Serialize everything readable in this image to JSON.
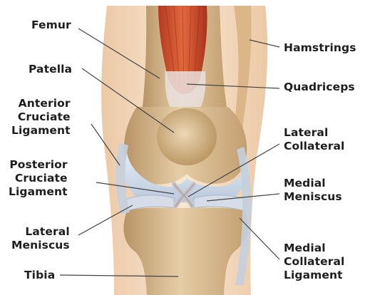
{
  "labels": {
    "femur": [
      "Femur"
    ],
    "patella": [
      "Patella"
    ],
    "acl": [
      "Anterior",
      "Cruciate",
      "Ligament"
    ],
    "pcl": [
      "Posterior",
      "Cruciate",
      "Ligament"
    ],
    "lateral_meniscus": [
      "Lateral",
      "Meniscus"
    ],
    "tibia": [
      "Tibia"
    ],
    "hamstrings": [
      "Hamstrings"
    ],
    "quadriceps": [
      "Quadriceps"
    ],
    "lateral_collateral": [
      "Lateral",
      "Collateral"
    ],
    "medial_meniscus": [
      "Medial",
      "Meniscus"
    ],
    "mcl": [
      "Medial",
      "Collateral",
      "Ligament"
    ]
  },
  "colors": {
    "background": "#ffffff",
    "skin": "#f6dfc6",
    "bone": "#d9b88a",
    "bone_shade": "#b8915f",
    "muscle": "#c8452a",
    "cartilage": "#cdd9e8",
    "leader_line": "#444444",
    "text": "#1e1e1e"
  }
}
